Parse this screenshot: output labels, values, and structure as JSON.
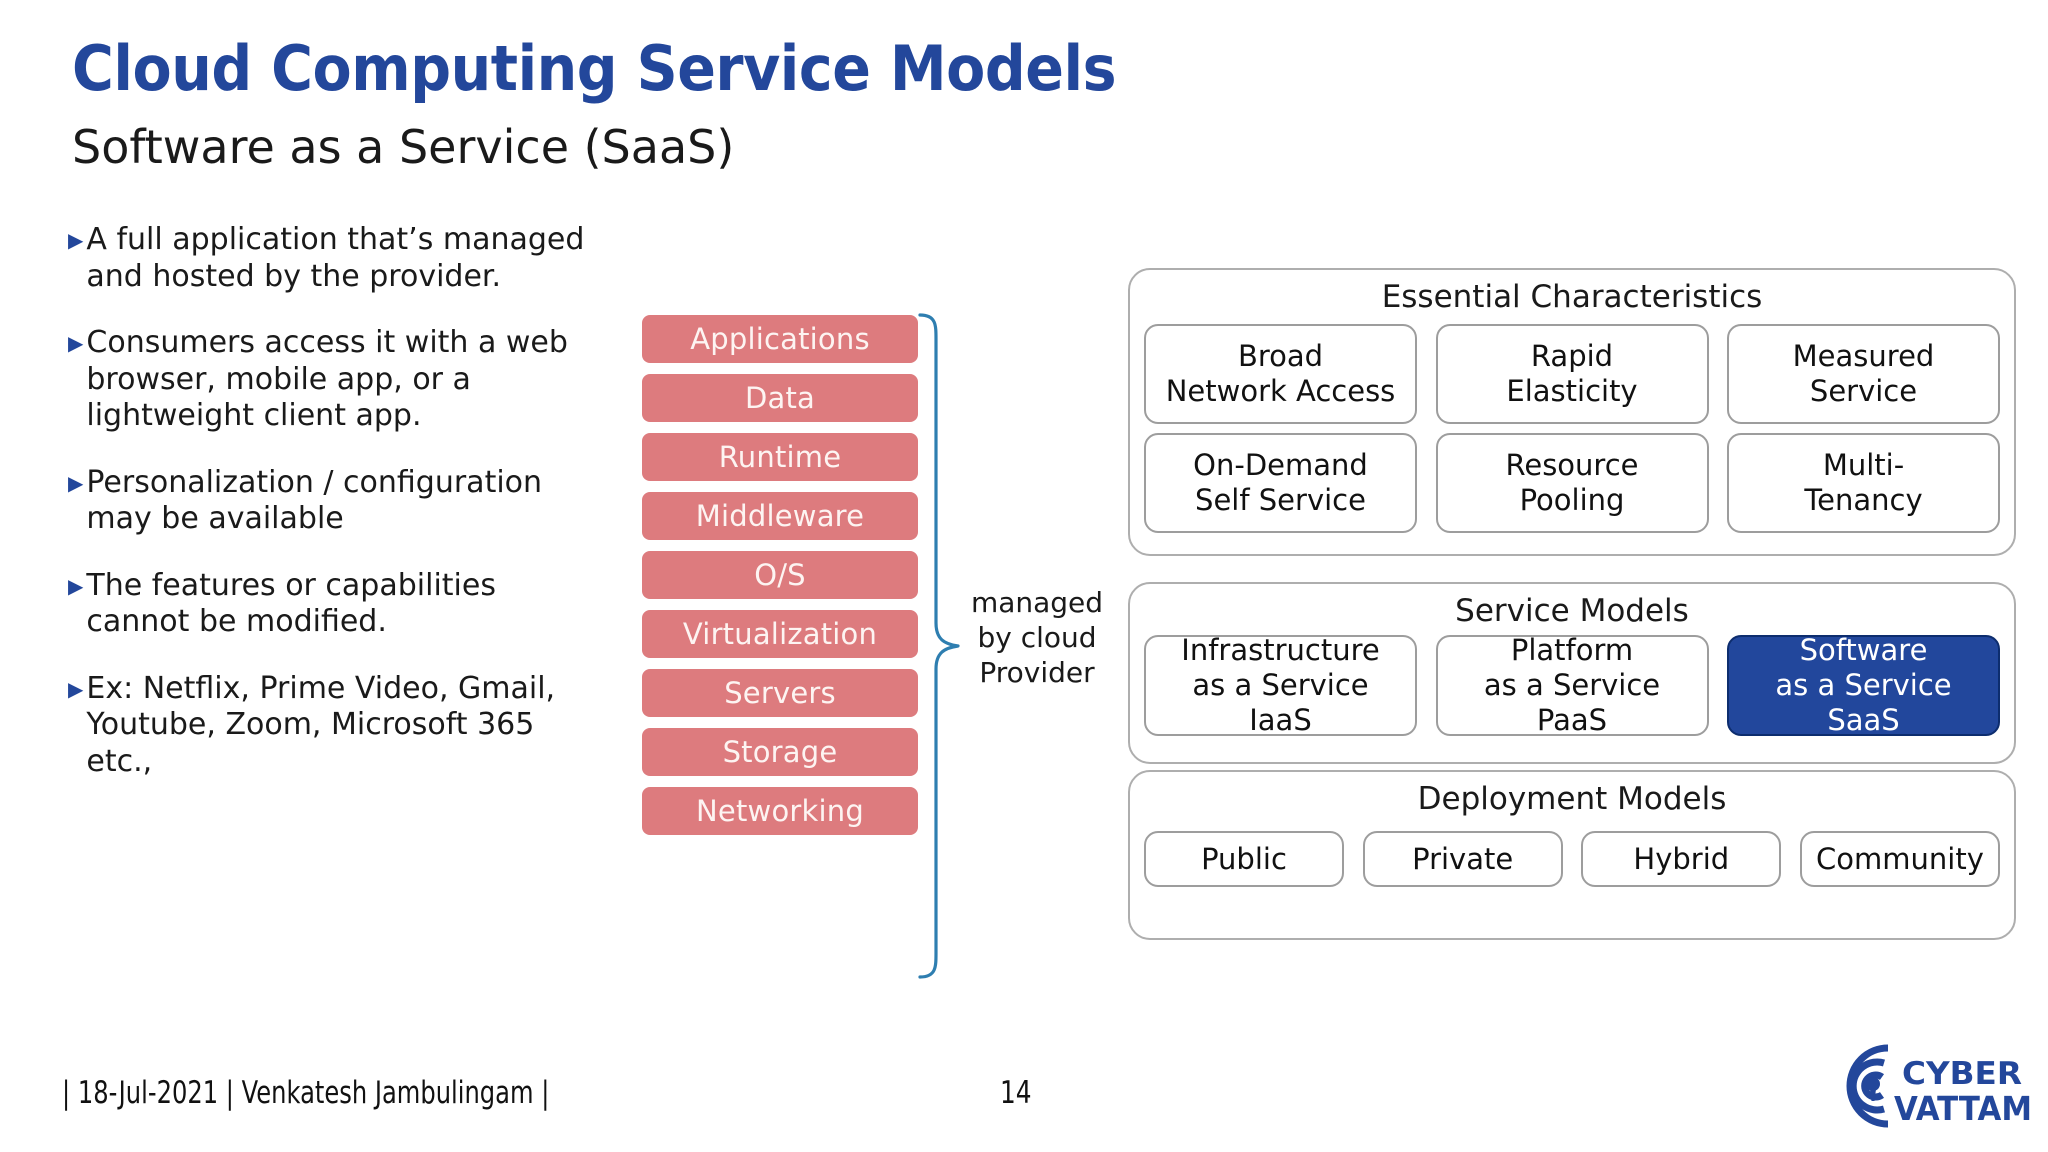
{
  "slide": {
    "title": "Cloud Computing Service Models",
    "subtitle": "Software as a Service (SaaS)"
  },
  "bullets": [
    {
      "marker": "▶",
      "text": "A full application that’s managed and hosted by the provider."
    },
    {
      "marker": "▶",
      "text": "Consumers access it with a web browser, mobile app, or a lightweight client app."
    },
    {
      "marker": "▶",
      "text": "Personalization / configuration may be available"
    },
    {
      "marker": "▶",
      "text": "The features or capabilities cannot be modified."
    },
    {
      "marker": "▶",
      "text": "Ex: Netflix, Prime Video, Gmail, Youtube, Zoom, Microsoft 365 etc.,"
    }
  ],
  "stack": {
    "layers": [
      "Applications",
      "Data",
      "Runtime",
      "Middleware",
      "O/S",
      "Virtualization",
      "Servers",
      "Storage",
      "Networking"
    ],
    "bracket_label": "managed by cloud Provider",
    "box_color": "#dd7b7e",
    "box_text_color": "#fdf4f2",
    "bracket_color": "#2e7eb0"
  },
  "panels": {
    "essential": {
      "title": "Essential Characteristics",
      "cards": [
        {
          "lines": [
            "Broad",
            "Network Access"
          ]
        },
        {
          "lines": [
            "Rapid",
            "Elasticity"
          ]
        },
        {
          "lines": [
            "Measured",
            "Service"
          ]
        },
        {
          "lines": [
            "On-Demand",
            "Self Service"
          ]
        },
        {
          "lines": [
            "Resource",
            "Pooling"
          ]
        },
        {
          "lines": [
            "Multi-",
            "Tenancy"
          ]
        }
      ]
    },
    "service": {
      "title": "Service Models",
      "cards": [
        {
          "lines": [
            "Infrastructure",
            "as a Service",
            "IaaS"
          ],
          "selected": false
        },
        {
          "lines": [
            "Platform",
            "as a Service",
            "PaaS"
          ],
          "selected": false
        },
        {
          "lines": [
            "Software",
            "as a Service",
            "SaaS"
          ],
          "selected": true
        }
      ],
      "selected_color": "#22479c",
      "selected_text_color": "#ffffff"
    },
    "deployment": {
      "title": "Deployment Models",
      "cards": [
        {
          "lines": [
            "Public"
          ]
        },
        {
          "lines": [
            "Private"
          ]
        },
        {
          "lines": [
            "Hybrid"
          ]
        },
        {
          "lines": [
            "Community"
          ]
        }
      ]
    }
  },
  "footer": {
    "credit": "| 18-Jul-2021 | Venkatesh Jambulingam |",
    "page_number": "14"
  },
  "logo": {
    "line1": "CYBER",
    "line2": "VATTAM",
    "color": "#23479b"
  },
  "colors": {
    "title_blue": "#23479b",
    "accent_red": "#dd7b7e",
    "bracket_blue": "#2e7eb0"
  }
}
